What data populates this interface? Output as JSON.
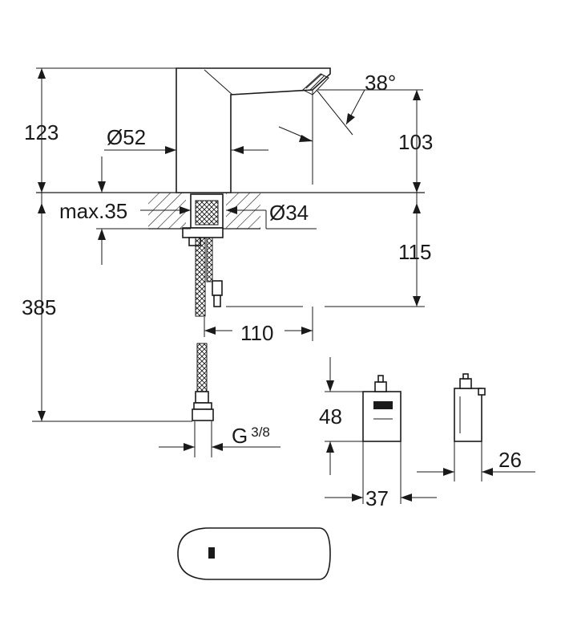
{
  "drawing": {
    "angle_label": "38°",
    "dim_top_height": "123",
    "dim_spout_height": "103",
    "dim_base_diameter": "Ø52",
    "dim_max_thickness": "max.35",
    "dim_hole_diameter": "Ø34",
    "dim_below_deck": "115",
    "dim_total_length": "385",
    "dim_projection": "110",
    "dim_thread": "G",
    "dim_thread_fraction": "3/8",
    "dim_box_height": "48",
    "dim_box_width": "37",
    "dim_box_depth": "26"
  }
}
